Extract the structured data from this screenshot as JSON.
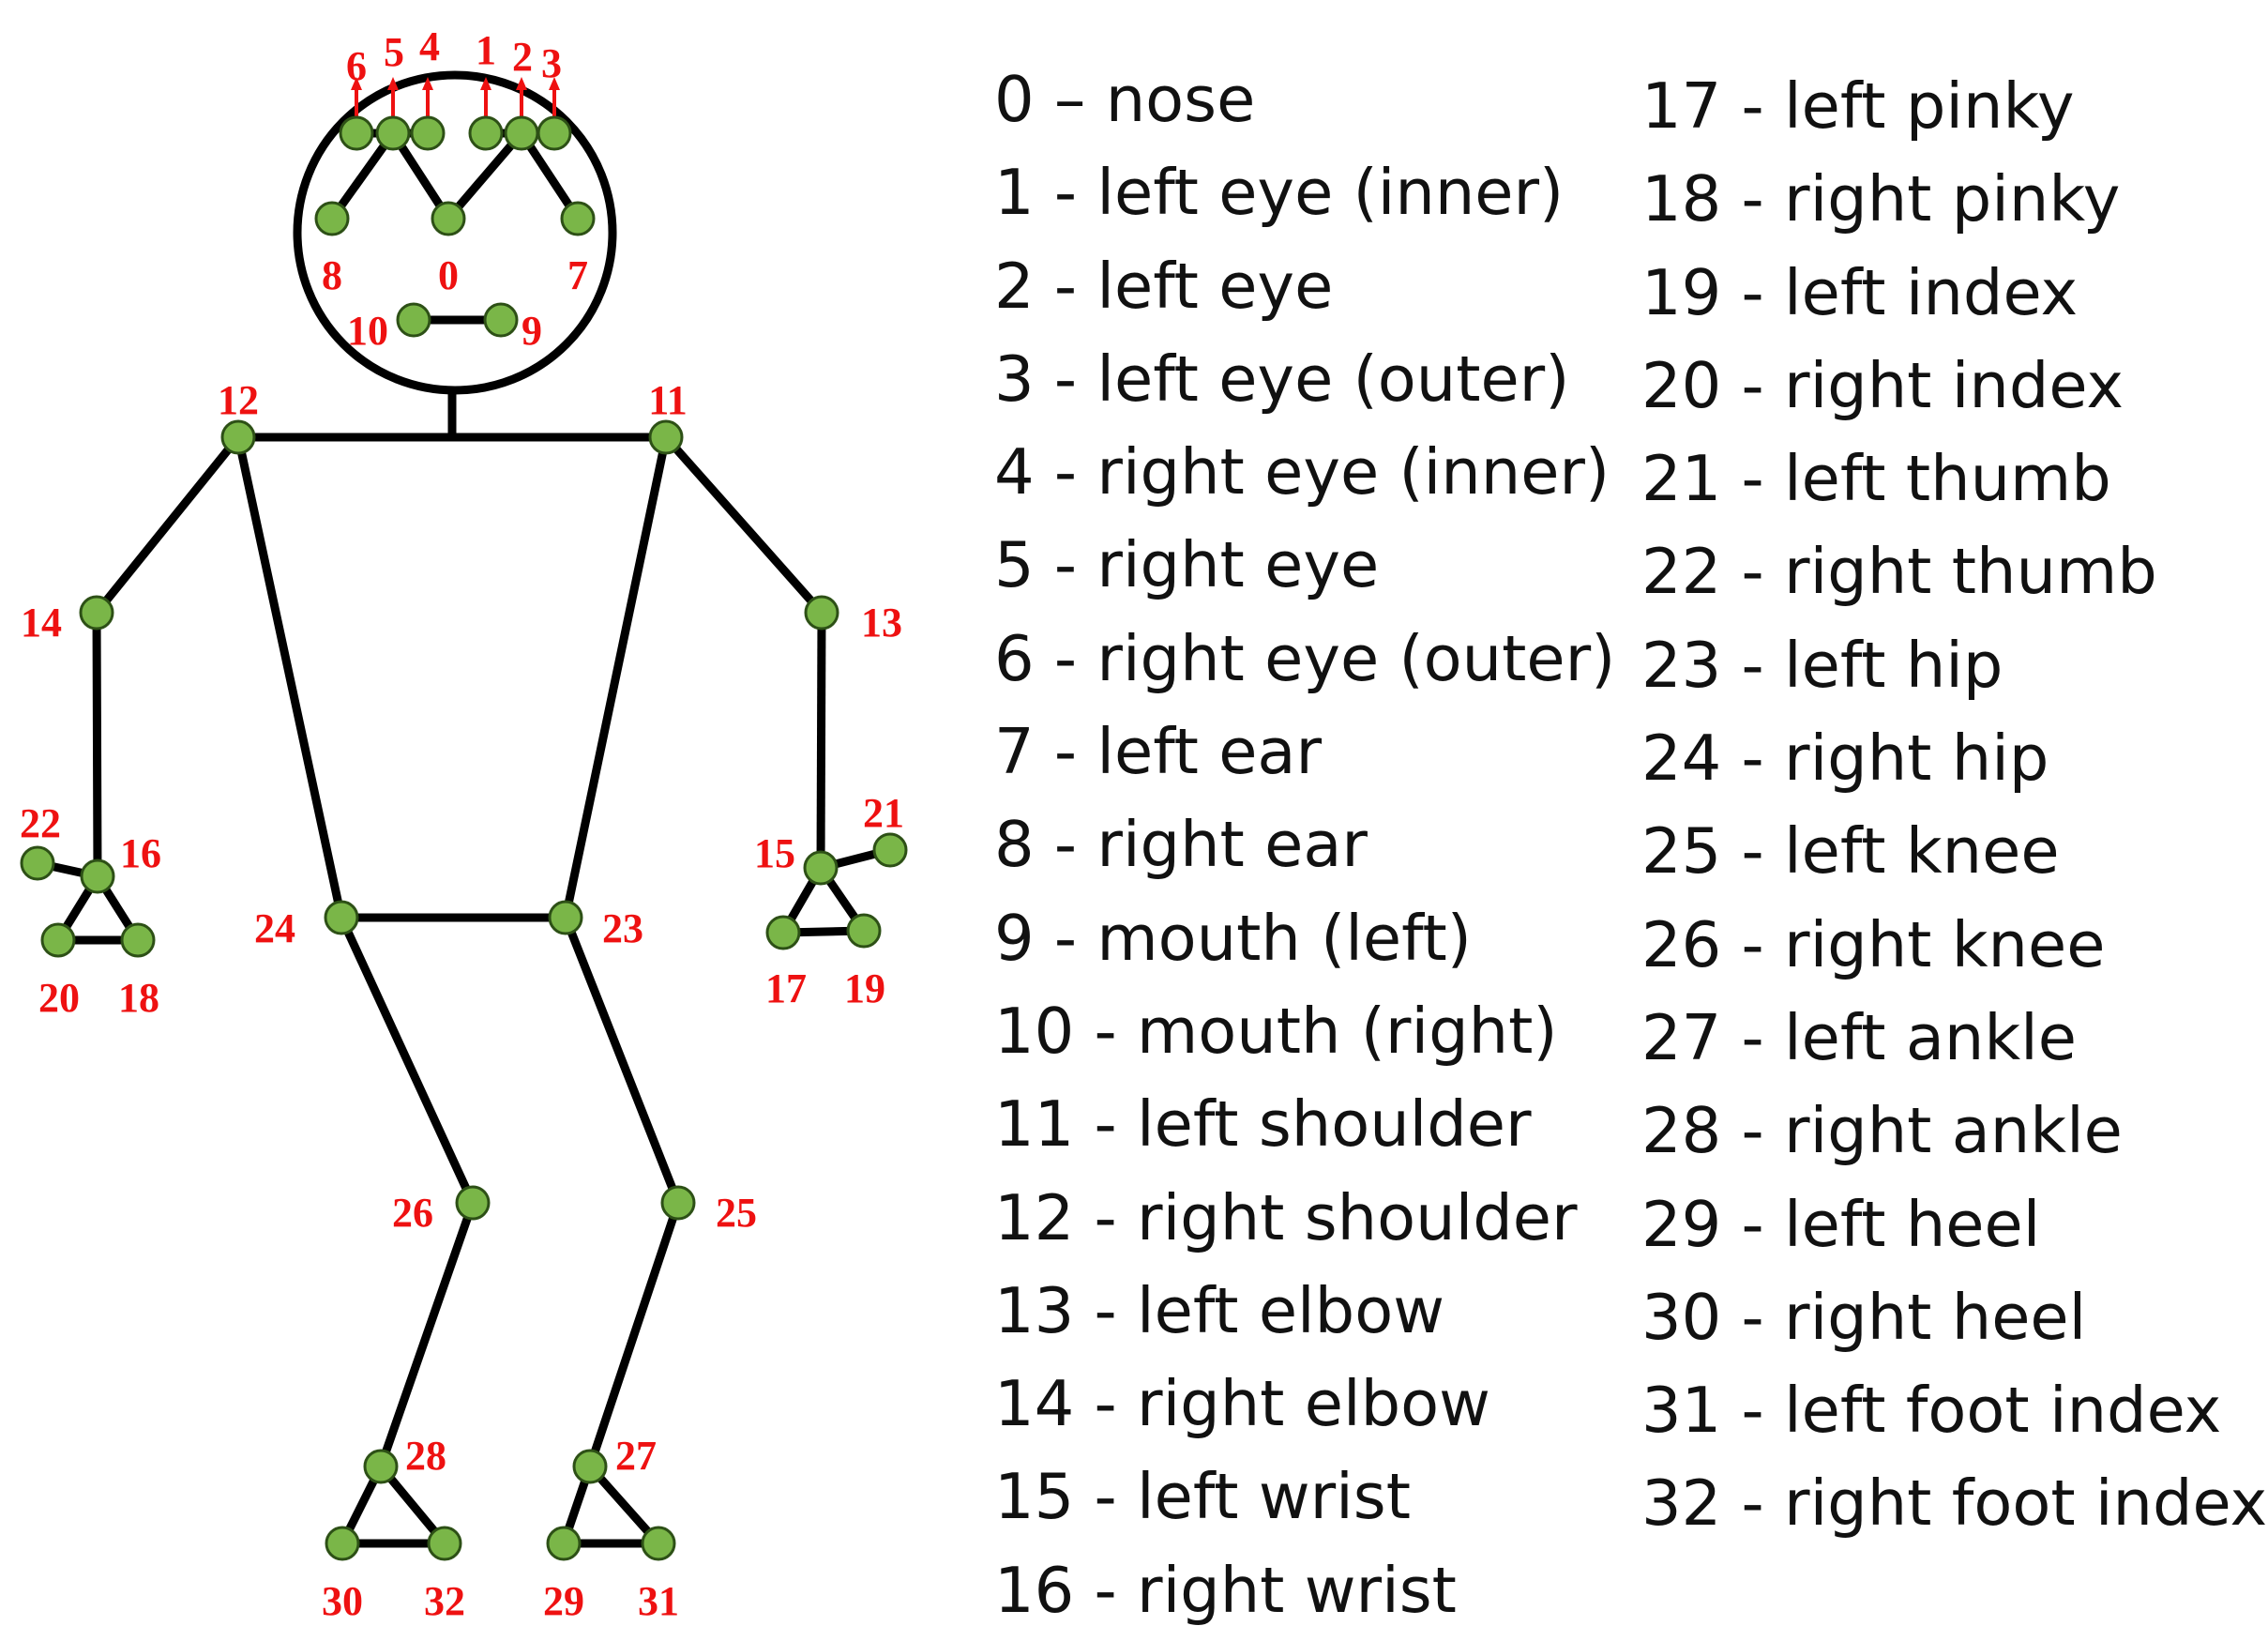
{
  "colors": {
    "bone": "#000000",
    "joint_fill": "#7ab648",
    "joint_stroke": "#2d5016",
    "label": "#ee1111",
    "text": "#111111"
  },
  "keypoints": [
    {
      "id": "0",
      "name": "nose"
    },
    {
      "id": "1",
      "name": "left eye (inner)"
    },
    {
      "id": "2",
      "name": "left eye"
    },
    {
      "id": "3",
      "name": "left eye (outer)"
    },
    {
      "id": "4",
      "name": "right eye (inner)"
    },
    {
      "id": "5",
      "name": "right eye"
    },
    {
      "id": "6",
      "name": "right eye (outer)"
    },
    {
      "id": "7",
      "name": "left ear"
    },
    {
      "id": "8",
      "name": "right ear"
    },
    {
      "id": "9",
      "name": "mouth (left)"
    },
    {
      "id": "10",
      "name": "mouth (right)"
    },
    {
      "id": "11",
      "name": "left shoulder"
    },
    {
      "id": "12",
      "name": "right shoulder"
    },
    {
      "id": "13",
      "name": "left elbow"
    },
    {
      "id": "14",
      "name": "right elbow"
    },
    {
      "id": "15",
      "name": "left wrist"
    },
    {
      "id": "16",
      "name": "right wrist"
    },
    {
      "id": "17",
      "name": "left pinky"
    },
    {
      "id": "18",
      "name": "right pinky"
    },
    {
      "id": "19",
      "name": "left index"
    },
    {
      "id": "20",
      "name": "right index"
    },
    {
      "id": "21",
      "name": "left thumb"
    },
    {
      "id": "22",
      "name": "right thumb"
    },
    {
      "id": "23",
      "name": "left hip"
    },
    {
      "id": "24",
      "name": "right hip"
    },
    {
      "id": "25",
      "name": "left knee"
    },
    {
      "id": "26",
      "name": "right knee"
    },
    {
      "id": "27",
      "name": "left ankle"
    },
    {
      "id": "28",
      "name": "right ankle"
    },
    {
      "id": "29",
      "name": "left heel"
    },
    {
      "id": "30",
      "name": "right heel"
    },
    {
      "id": "31",
      "name": "left foot index"
    },
    {
      "id": "32",
      "name": "right foot index"
    }
  ],
  "legend": {
    "column1": [
      "0 – nose",
      "1 - left eye (inner)",
      "2 - left eye",
      "3 - left eye (outer)",
      "4 - right eye (inner)",
      "5 - right eye",
      "6 - right eye (outer)",
      "7 - left ear",
      "8 - right ear",
      "9 - mouth (left)",
      "10 - mouth (right)",
      "11 - left shoulder",
      "12 - right shoulder",
      "13 - left elbow",
      "14 - right elbow",
      "15 - left wrist",
      "16 - right wrist"
    ],
    "column2": [
      "17 - left pinky",
      "18 - right pinky",
      "19 - left index",
      "20 - right index",
      "21 - left thumb",
      "22 - right thumb",
      "23 - left hip",
      "24 - right hip",
      "25 - left knee",
      "26 - right knee",
      "27 - left ankle",
      "28 - right ankle",
      "29 - left heel",
      "30 - right heel",
      "31 - left foot index",
      "32 - right foot index"
    ]
  }
}
